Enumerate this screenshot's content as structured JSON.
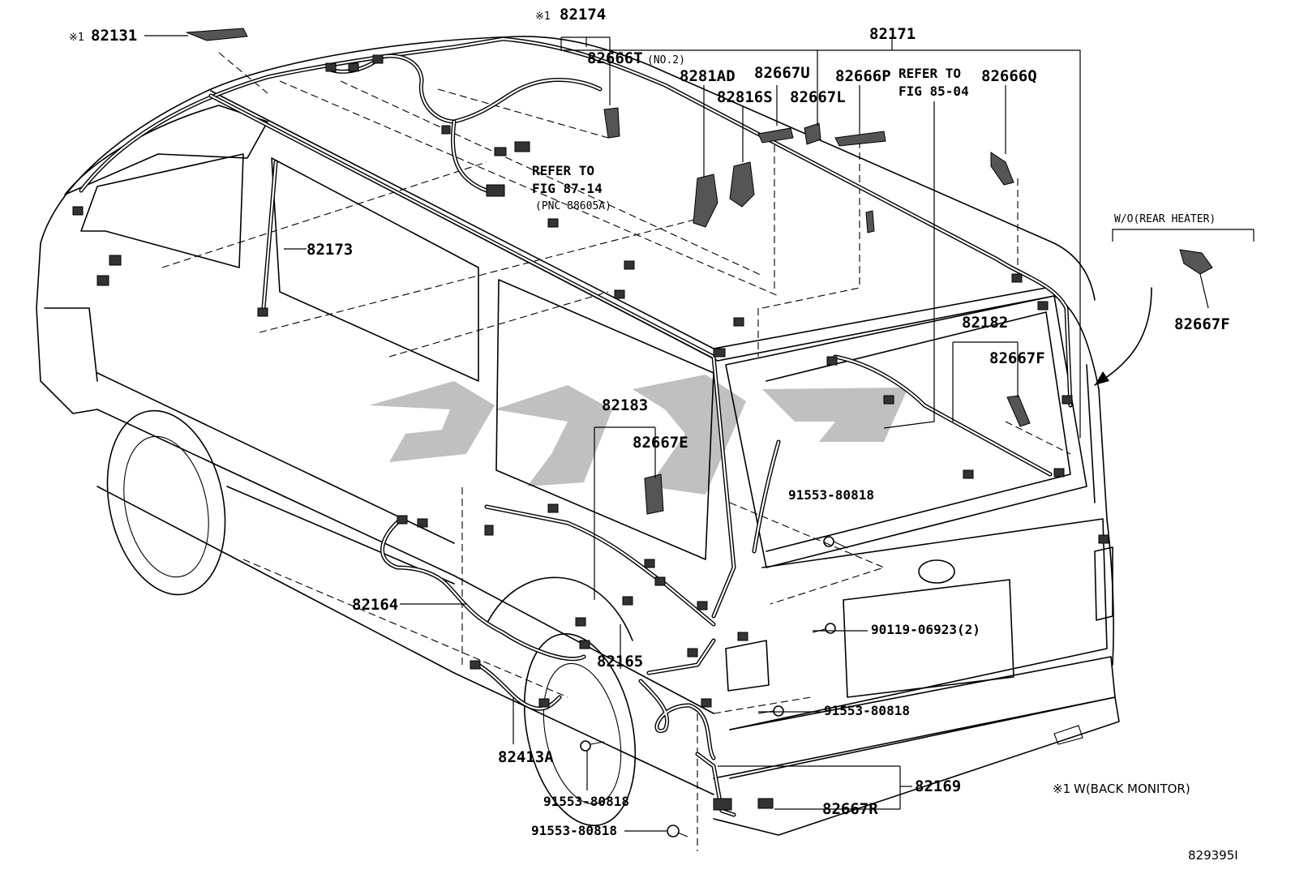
{
  "labels": {
    "p82131": "82131",
    "p82174": "82174",
    "p82171": "82171",
    "p82666T": "82666T",
    "no2": "(NO.2)",
    "p8281AD": "8281AD",
    "p82667U": "82667U",
    "p82666P": "82666P",
    "refer1a": "REFER TO",
    "refer1b": "FIG 85-04",
    "p82666Q": "82666Q",
    "p82816S": "82816S",
    "p82667L": "82667L",
    "refer2a": "REFER TO",
    "refer2b": "FIG 87-14",
    "refer2c": "(PNC 88605A)",
    "p82173": "82173",
    "wo_rear_heater": "W/O(REAR HEATER)",
    "p82667F_a": "82667F",
    "p82182": "82182",
    "p82667F_b": "82667F",
    "p82183": "82183",
    "p82667E": "82667E",
    "bolt_91553_a": "91553-80818",
    "p82164": "82164",
    "bolt_90119": "90119-06923(2)",
    "p82165": "82165",
    "bolt_91553_b": "91553-80818",
    "p82413A": "82413A",
    "p82169": "82169",
    "bolt_91553_c": "91553-80818",
    "p82667R": "82667R",
    "bolt_91553_d": "91553-80818",
    "note_back_monitor": "W(BACK MONITOR)",
    "fig_id": "829395I",
    "mark1": "※1",
    "mark2": "※1",
    "mark3": "※1"
  }
}
